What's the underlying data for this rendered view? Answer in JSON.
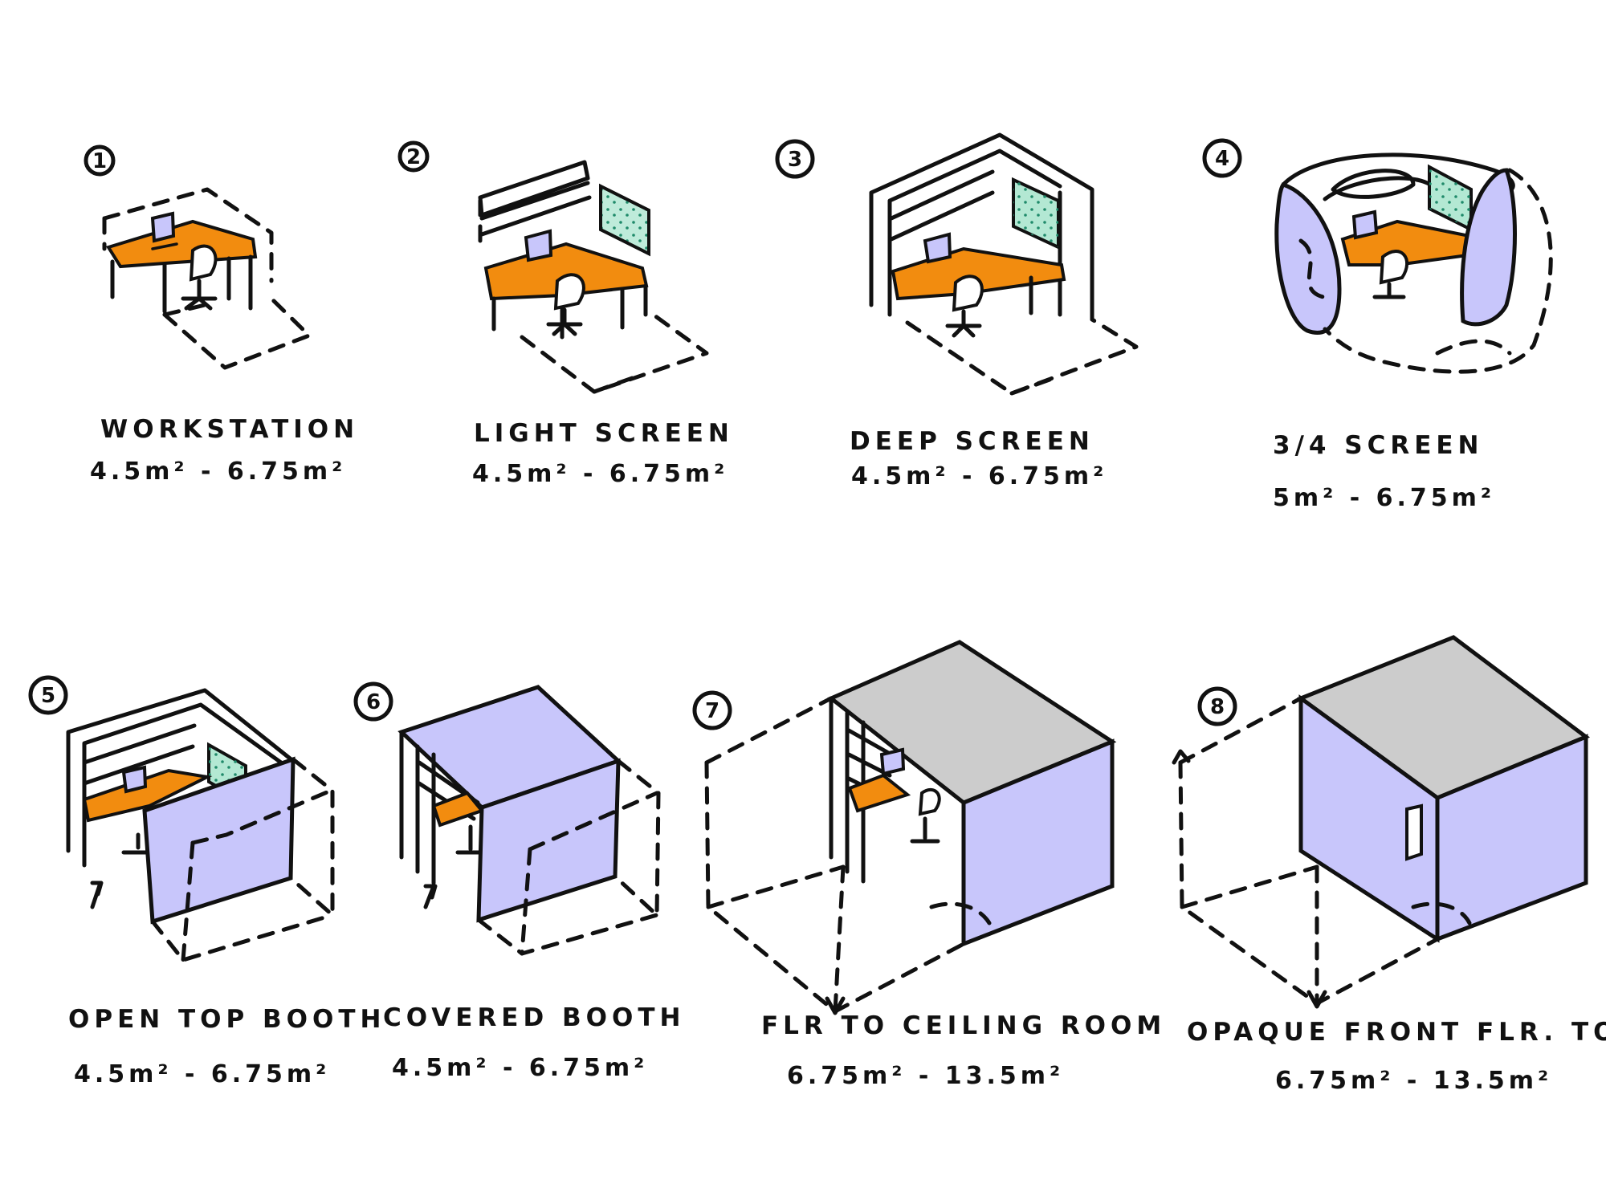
{
  "colors": {
    "ink": "#111111",
    "desk": "#f28c0f",
    "panel": "#c8c6fb",
    "roof": "#cccccc",
    "screen": "#b3e8d3",
    "screen_dot": "#1f8a6a"
  },
  "items": [
    {
      "number": "1",
      "title": "WORKSTATION",
      "area": "4.5m² - 6.75m²"
    },
    {
      "number": "2",
      "title": "LIGHT SCREEN",
      "area": "4.5m² - 6.75m²"
    },
    {
      "number": "3",
      "title": "DEEP SCREEN",
      "area": "4.5m² - 6.75m²"
    },
    {
      "number": "4",
      "title": "3/4 SCREEN",
      "area": "5m² - 6.75m²"
    },
    {
      "number": "5",
      "title": "OPEN TOP BOOTH",
      "area": "4.5m² - 6.75m²"
    },
    {
      "number": "6",
      "title": "COVERED BOOTH",
      "area": "4.5m² - 6.75m²"
    },
    {
      "number": "7",
      "title": "FLR TO CEILING ROOM",
      "area": "6.75m² - 13.5m²"
    },
    {
      "number": "8",
      "title": "OPAQUE FRONT FLR. TO CLG.",
      "area": "6.75m² - 13.5m²"
    }
  ]
}
